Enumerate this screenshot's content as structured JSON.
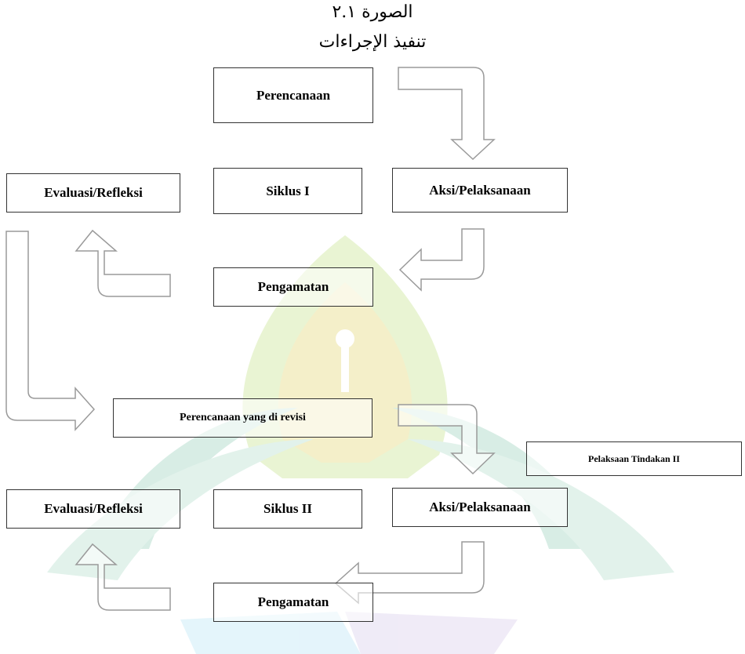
{
  "figure": {
    "number_label": "الصورة ٢.١",
    "title": "تنفيذ الإجراءات"
  },
  "cycle1": {
    "planning": "Perencanaan",
    "cycle_label": "Siklus I",
    "action": "Aksi/Pelaksanaan",
    "observation": "Pengamatan",
    "evaluation": "Evaluasi/Refleksi"
  },
  "cycle2": {
    "planning": "Perencanaan yang di revisi",
    "implementation_note": "Pelaksaan Tindakan II",
    "cycle_label": "Siklus II",
    "action": "Aksi/Pelaksanaan",
    "observation": "Pengamatan",
    "evaluation": "Evaluasi/Refleksi"
  },
  "colors": {
    "box_border": "#333333",
    "arrow_stroke": "#9a9a9a",
    "watermark_green": "#7fbf3f",
    "watermark_yellow": "#e8dc8a",
    "watermark_teal": "#5fb59a",
    "watermark_blue": "#8ed3f0",
    "watermark_purple": "#b7a6d6"
  }
}
